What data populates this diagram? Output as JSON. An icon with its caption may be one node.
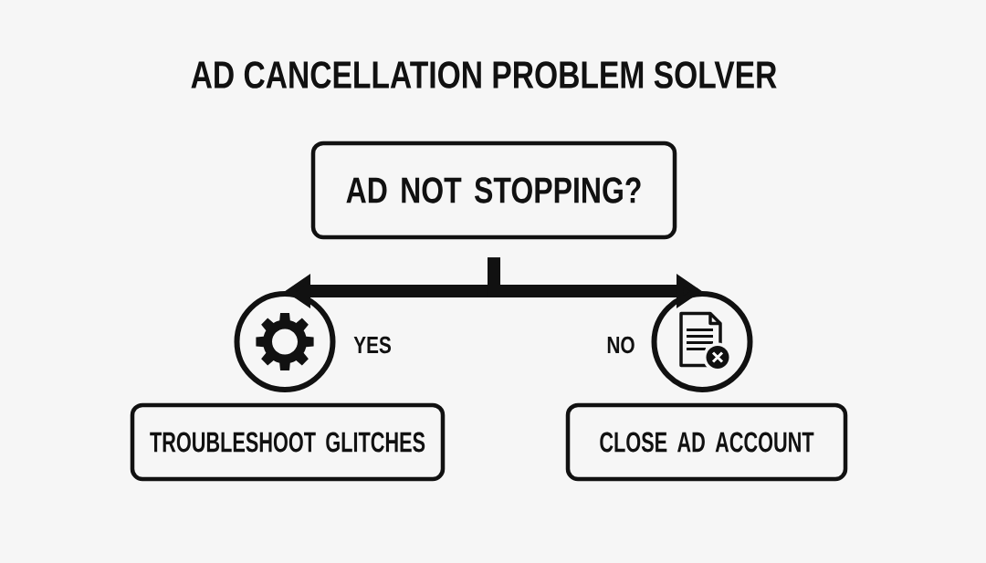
{
  "diagram": {
    "title": "AD CANCELLATION PROBLEM SOLVER",
    "nodes": [
      {
        "text": [
          "AD NOT STOPPING?"
        ]
      },
      {
        "text": [],
        "shape": "circle",
        "beside": [
          "YES"
        ]
      },
      {
        "text": [],
        "shape": "circle",
        "beside": [
          "NO"
        ]
      },
      {
        "text": [
          "TROUBLESHOOT GLITCHES"
        ]
      },
      {
        "text": [
          "CLOSE AD ACCOUNT"
        ]
      }
    ],
    "edges": [
      {
        "from": 0,
        "to": 1,
        "arrow": "to"
      },
      {
        "from": 0,
        "to": 2,
        "arrow": "to"
      }
    ]
  }
}
